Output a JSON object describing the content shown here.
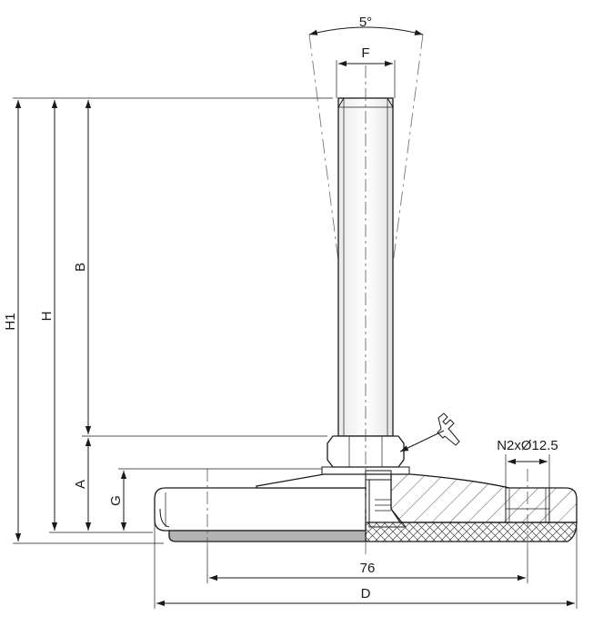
{
  "labels": {
    "angle": "5°",
    "thread": "F",
    "height_total": "H1",
    "height": "H",
    "thread_length": "B",
    "base_height": "A",
    "base_plate": "G",
    "holes": "N2xØ12.5",
    "hole_spacing": "76",
    "diameter": "D"
  },
  "icons": {
    "tool": "wrench-icon"
  },
  "colors": {
    "line": "#1a1a1a",
    "rod": "#f7f7f7",
    "pad": "#b3b3b3",
    "hatch": "#444444"
  }
}
